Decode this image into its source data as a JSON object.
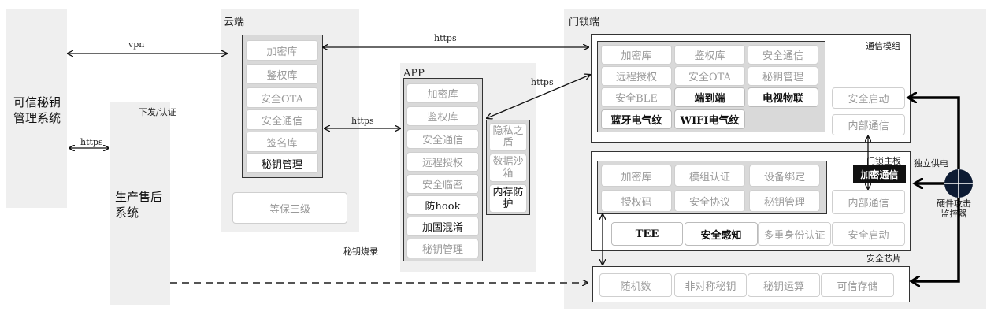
{
  "left": {
    "kms": "可信秘钥\n管理系统",
    "prod": "生产售后\n系统",
    "vpn": "vpn",
    "https_left": "https",
    "issue": "下发/认证",
    "key_burn": "秘钥烧录"
  },
  "cloud": {
    "title": "云端",
    "items": [
      "加密库",
      "鉴权库",
      "安全OTA",
      "安全通信",
      "签名库",
      "秘钥管理"
    ],
    "level": "等保三级",
    "https_mid": "https"
  },
  "app": {
    "title": "APP",
    "items": [
      "加密库",
      "鉴权库",
      "安全通信",
      "远程授权",
      "安全临密",
      "防hook",
      "加固混淆",
      "秘钥管理"
    ],
    "side": [
      "隐私之\n盾",
      "数据沙\n箱",
      "内存防\n护"
    ],
    "https_top": "https",
    "https_right": "https"
  },
  "lock": {
    "title": "门锁端",
    "comm": {
      "label": "通信模组",
      "grid": [
        "加密库",
        "鉴权库",
        "安全通信",
        "远程授权",
        "安全OTA",
        "秘钥管理",
        "安全BLE",
        "端到端",
        "电视物联",
        "蓝牙电气纹",
        "WIFI电气纹"
      ],
      "right": [
        "安全启动",
        "内部通信"
      ]
    },
    "board": {
      "label": "门锁主板",
      "grid": [
        "加密库",
        "模组认证",
        "设备绑定",
        "授权码",
        "安全协议",
        "秘钥管理"
      ],
      "right": "内部通信",
      "bottom": [
        "TEE",
        "安全感知",
        "多重身份认证",
        "安全启动"
      ],
      "enc": "加密通信"
    },
    "chip": {
      "label": "安全芯片",
      "items": [
        "随机数",
        "非对称秘钥",
        "秘钥运算",
        "可信存储"
      ]
    },
    "power": "独立供电",
    "monitor": "硬件攻击\n监控器"
  }
}
